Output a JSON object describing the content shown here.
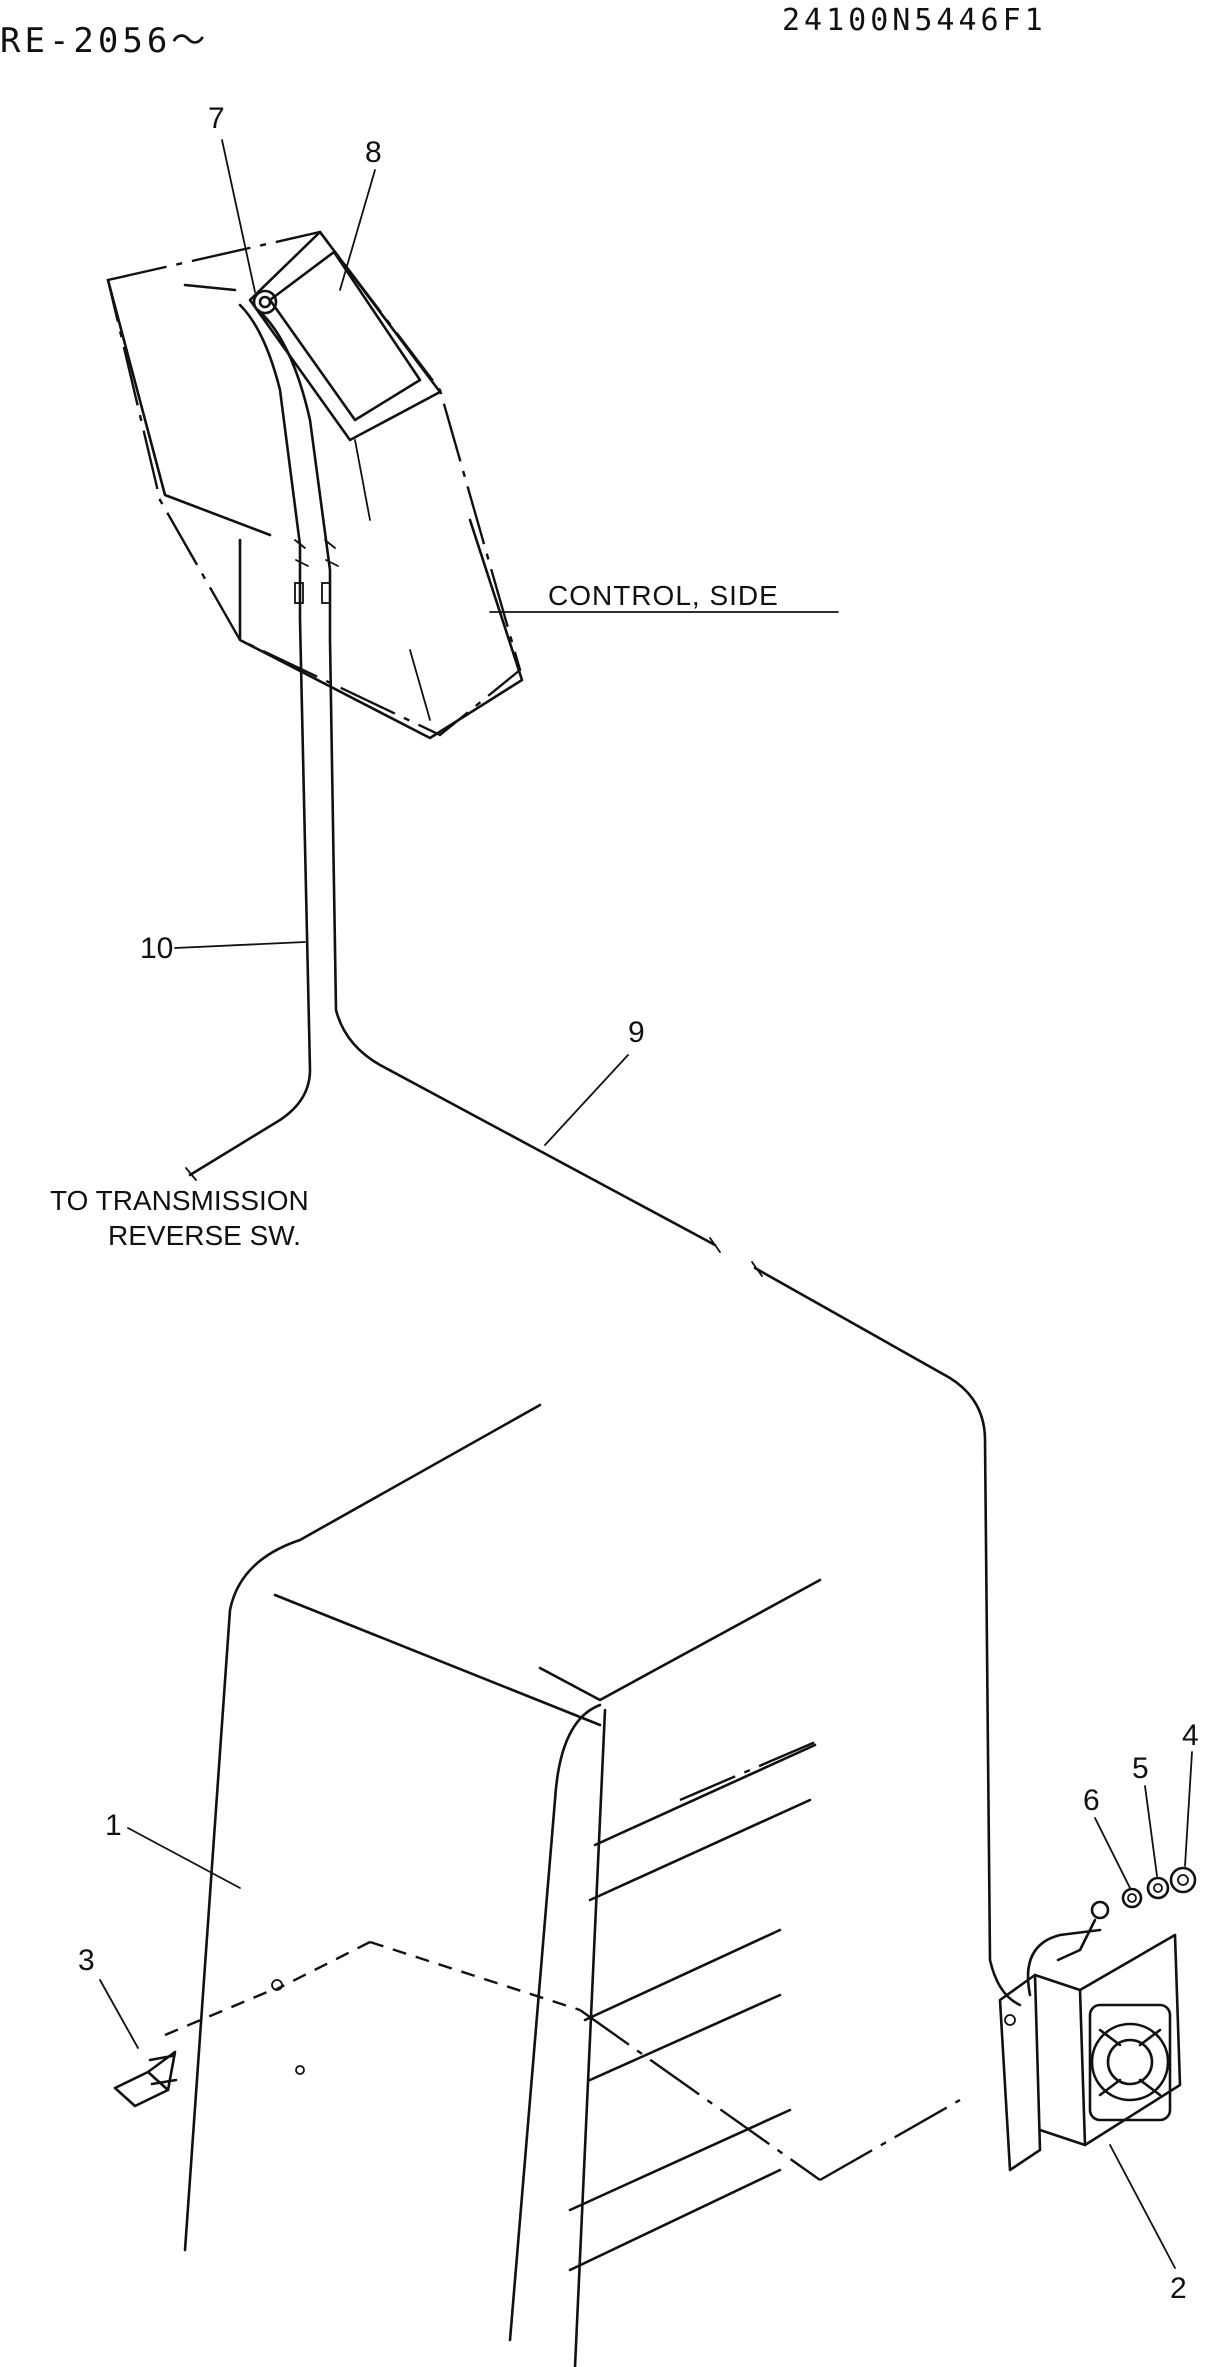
{
  "header": {
    "serial_range": "RE-2056～",
    "drawing_number": "24100N5446F1"
  },
  "annotations": {
    "control_side": "CONTROL, SIDE",
    "to_transmission_line1": "TO TRANSMISSION",
    "to_transmission_line2": "REVERSE SW."
  },
  "callouts": [
    "1",
    "2",
    "3",
    "4",
    "5",
    "6",
    "7",
    "8",
    "9",
    "10"
  ]
}
